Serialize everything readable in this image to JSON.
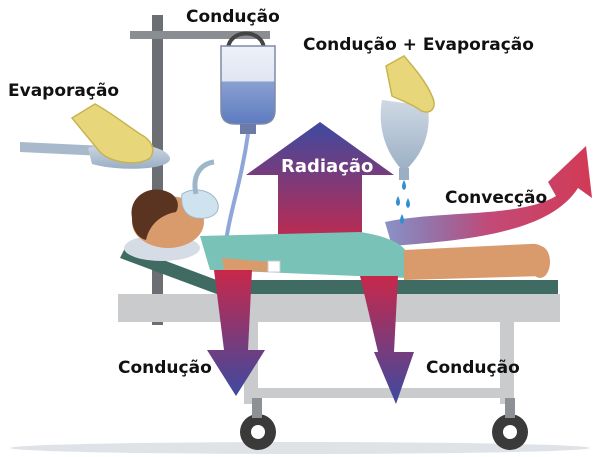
{
  "labels": {
    "top_conduction": "Condução",
    "conduction_evaporation": "Condução + Evaporação",
    "evaporation": "Evaporação",
    "radiation": "Radiação",
    "convection": "Convecção",
    "bottom_left_conduction": "Condução",
    "bottom_right_conduction": "Condução"
  },
  "colors": {
    "arrow_red": "#c8284a",
    "arrow_blue": "#3d4aa0",
    "bed_frame": "#c9cbcd",
    "mattress": "#3f6b63",
    "gown": "#79c2b7",
    "skin": "#d99a6c",
    "hair": "#5a3420",
    "glove": "#e8d77a",
    "iv_fluid": "#5d7bc0"
  },
  "icons": [
    "iv-bag-icon",
    "glove-icon",
    "sponge-icon",
    "water-drop-icon",
    "patient-figure",
    "hospital-bed",
    "iv-pole",
    "oxygen-mask"
  ]
}
